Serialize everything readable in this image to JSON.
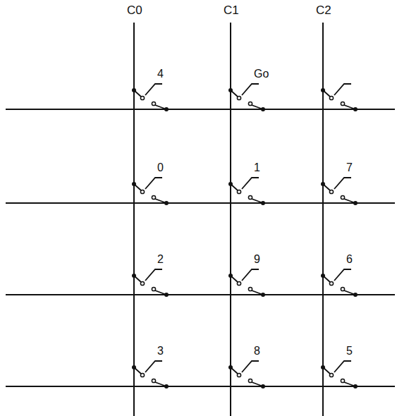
{
  "diagram": {
    "labels": [
      "C0",
      "C1",
      "C2",
      "4",
      "Go",
      "0",
      "1",
      "7",
      "2",
      "9",
      "6",
      "3",
      "8",
      "5"
    ]
  }
}
